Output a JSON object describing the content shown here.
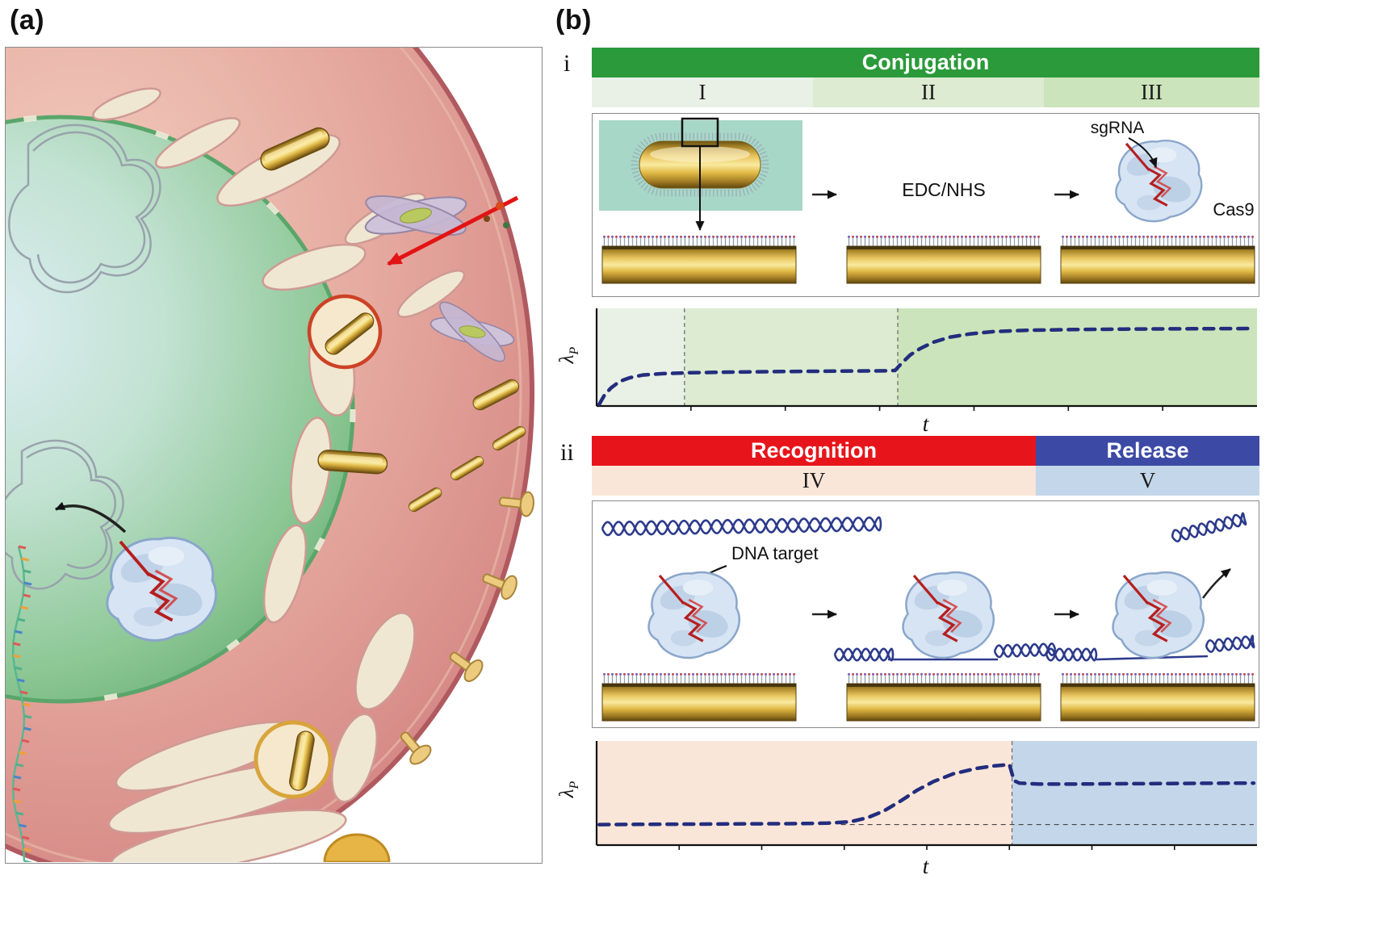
{
  "panels": {
    "a": {
      "label": "(a)"
    },
    "b": {
      "label": "(b)",
      "i": {
        "label": "i",
        "header": "Conjugation",
        "stages": [
          "I",
          "II",
          "III"
        ],
        "edc": "EDC/NHS",
        "sgrna": "sgRNA",
        "cas9": "Cas9"
      },
      "ii": {
        "label": "ii",
        "header_recognition": "Recognition",
        "header_release": "Release",
        "stages": [
          "IV",
          "V"
        ],
        "dna_target": "DNA target"
      }
    }
  },
  "colors": {
    "conjugation_green": "#2a9a3a",
    "recognition_red": "#e7151b",
    "release_blue": "#3c4aa5",
    "stage1_bg": "#e9f0e5",
    "stage2_bg": "#dcebd1",
    "stage3_bg": "#cbe4bb",
    "stage4_bg": "#fae6d8",
    "stage5_bg": "#c4d7ea",
    "curve_navy": "#232d7e",
    "gold": "#e3bb45",
    "teal_solution_bg": "#a7d7c6",
    "dna_navy": "#2c3a8c",
    "sgrna_red": "#b51f1f"
  },
  "chart_data": [
    {
      "type": "line",
      "id": "plot-i",
      "title": "",
      "xlabel": "t",
      "ylabel": "λP",
      "ylabel_main": "λ",
      "ylabel_sub": "P",
      "style": "dashed",
      "color": "#232d7e",
      "legend": "none",
      "grid": false,
      "x_ticks": 6,
      "segments": [
        {
          "x0": 0.0,
          "x1": 0.133,
          "color": "#e9f0e5"
        },
        {
          "x0": 0.133,
          "x1": 0.456,
          "color": "#dcebd1"
        },
        {
          "x0": 0.456,
          "x1": 1.0,
          "color": "#cbe4bb"
        }
      ],
      "vlines": [
        0.133,
        0.456
      ],
      "points": [
        [
          0.004,
          0.02
        ],
        [
          0.012,
          0.12
        ],
        [
          0.022,
          0.2
        ],
        [
          0.035,
          0.27
        ],
        [
          0.05,
          0.31
        ],
        [
          0.07,
          0.34
        ],
        [
          0.1,
          0.355
        ],
        [
          0.14,
          0.365
        ],
        [
          0.2,
          0.372
        ],
        [
          0.28,
          0.378
        ],
        [
          0.36,
          0.382
        ],
        [
          0.44,
          0.386
        ],
        [
          0.452,
          0.39
        ],
        [
          0.462,
          0.47
        ],
        [
          0.475,
          0.56
        ],
        [
          0.49,
          0.63
        ],
        [
          0.51,
          0.7
        ],
        [
          0.535,
          0.755
        ],
        [
          0.565,
          0.79
        ],
        [
          0.6,
          0.815
        ],
        [
          0.65,
          0.83
        ],
        [
          0.72,
          0.838
        ],
        [
          0.8,
          0.843
        ],
        [
          0.9,
          0.847
        ],
        [
          0.995,
          0.85
        ]
      ]
    },
    {
      "type": "line",
      "id": "plot-ii",
      "title": "",
      "xlabel": "t",
      "ylabel": "λP",
      "ylabel_main": "λ",
      "ylabel_sub": "P",
      "style": "dashed",
      "color": "#232d7e",
      "legend": "none",
      "grid": false,
      "x_ticks": 7,
      "segments": [
        {
          "x0": 0.0,
          "x1": 0.629,
          "color": "#fae6d8"
        },
        {
          "x0": 0.629,
          "x1": 1.0,
          "color": "#c4d7ea"
        }
      ],
      "vlines": [
        0.629
      ],
      "baseline": {
        "y": 0.21,
        "x0": 0.37,
        "x1": 0.995
      },
      "points": [
        [
          0.004,
          0.21
        ],
        [
          0.06,
          0.212
        ],
        [
          0.12,
          0.214
        ],
        [
          0.18,
          0.216
        ],
        [
          0.24,
          0.218
        ],
        [
          0.3,
          0.22
        ],
        [
          0.35,
          0.225
        ],
        [
          0.385,
          0.24
        ],
        [
          0.41,
          0.28
        ],
        [
          0.435,
          0.35
        ],
        [
          0.46,
          0.45
        ],
        [
          0.485,
          0.56
        ],
        [
          0.51,
          0.65
        ],
        [
          0.54,
          0.73
        ],
        [
          0.575,
          0.785
        ],
        [
          0.6,
          0.81
        ],
        [
          0.625,
          0.825
        ],
        [
          0.632,
          0.66
        ],
        [
          0.64,
          0.635
        ],
        [
          0.67,
          0.625
        ],
        [
          0.72,
          0.625
        ],
        [
          0.78,
          0.628
        ],
        [
          0.85,
          0.63
        ],
        [
          0.92,
          0.633
        ],
        [
          0.995,
          0.635
        ]
      ]
    }
  ]
}
